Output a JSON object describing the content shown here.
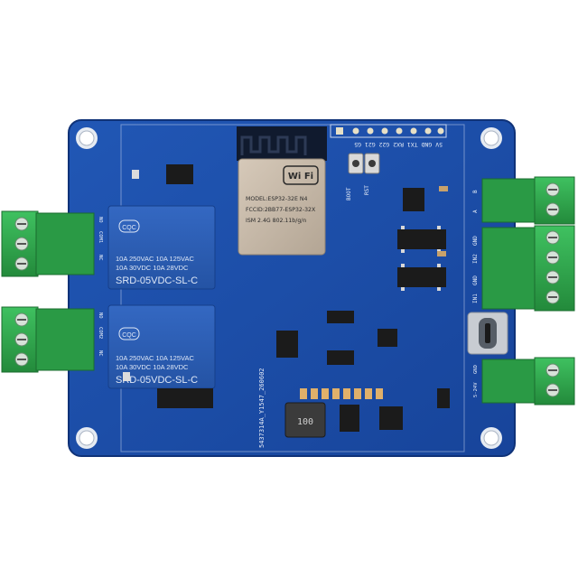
{
  "board": {
    "serial": "5437314A_Y1547_260602",
    "connectors": {
      "ab": [
        "A",
        "B"
      ],
      "inputs": [
        "GND",
        "IN2",
        "GND",
        "IN1"
      ],
      "power": [
        "5-24V",
        "GND"
      ],
      "relay1": [
        "NO",
        "COM1",
        "NC"
      ],
      "relay2": [
        "NO",
        "COM2",
        "NC"
      ]
    },
    "header_labels": "5V GND TX1 RX2 G22 G21 G5",
    "buttons": [
      "BOOT",
      "RST"
    ]
  },
  "module": {
    "wifi_logo": "Wi Fi",
    "model": "MODEL:ESP32-32E  N4",
    "fccid": "FCCID:2BB77-ESP32-32X",
    "ism": "ISM 2.4G 802.11b/g/n"
  },
  "relay": {
    "top_line1": "10A 250VAC  10A 125VAC",
    "top_line2": "10A  30VDC  10A  28VDC",
    "part": "SRD-05VDC-SL-C",
    "bottom_line1": "10A 250VAC  10A 125VAC",
    "bottom_line2": "10A  30VDC  10A  28VDC",
    "bottom_part": "SRD-05VDC-SL-C",
    "cert": "CQC"
  },
  "inductor": {
    "code": "100"
  },
  "colors": {
    "pcb": "#1d4fa8",
    "pcb_dark": "#163f8a",
    "relay": "#2d5fb8",
    "terminal": "#2ea84a",
    "module": "#c4b6a6"
  }
}
